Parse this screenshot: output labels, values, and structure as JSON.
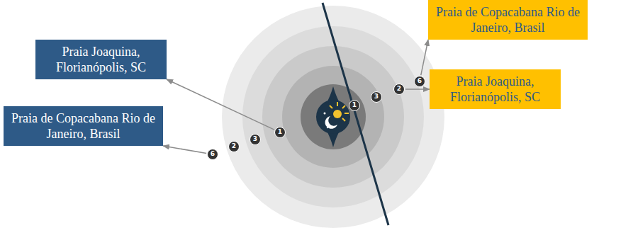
{
  "diagram": {
    "nodes": [
      {
        "text": [
          "Praia Joaquina, Florianópolis, SC"
        ]
      },
      {
        "text": [
          "Praia de Copacabana Rio de Janeiro, Brasil"
        ]
      },
      {
        "text": [
          "Praia de Copacabana Rio de Janeiro, Brasil"
        ]
      },
      {
        "text": [
          "Praia Joaquina, Florianópolis, SC"
        ]
      },
      {
        "text": [
          "6"
        ]
      },
      {
        "text": [
          "2"
        ]
      },
      {
        "text": [
          "3"
        ]
      },
      {
        "text": [
          "1"
        ]
      },
      {
        "text": [
          "1"
        ]
      },
      {
        "text": [
          "3"
        ]
      },
      {
        "text": [
          "2"
        ]
      },
      {
        "text": [
          "6"
        ]
      }
    ],
    "edges": [
      {
        "from": 7,
        "to": 0,
        "arrow": "to"
      },
      {
        "from": 4,
        "to": 1,
        "arrow": "to"
      },
      {
        "from": 11,
        "to": 2,
        "arrow": "to"
      },
      {
        "from": 10,
        "to": 3,
        "arrow": "to"
      }
    ]
  }
}
